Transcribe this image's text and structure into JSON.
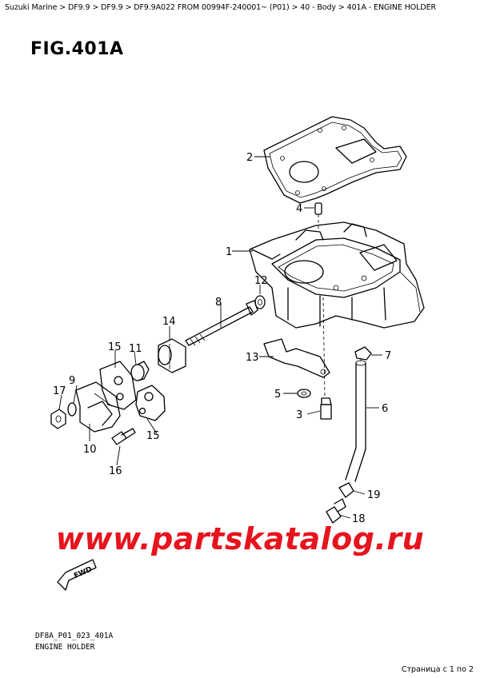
{
  "breadcrumb": "Suzuki Marine > DF9.9 > DF9.9 > DF9.9A022 FROM 00994F-240001~ (P01) > 40 - Body > 401A - ENGINE HOLDER",
  "figure": {
    "title": "FIG.401A",
    "code": "DF8A_P01_023_401A",
    "name": "ENGINE HOLDER",
    "fwd_label": "FWD"
  },
  "callouts": [
    "1",
    "2",
    "3",
    "4",
    "5",
    "6",
    "7",
    "8",
    "9",
    "10",
    "11",
    "12",
    "13",
    "14",
    "15",
    "15",
    "16",
    "17",
    "18",
    "19"
  ],
  "watermark": "www.partskatalog.ru",
  "pagination": "Страница с 1 по 2"
}
